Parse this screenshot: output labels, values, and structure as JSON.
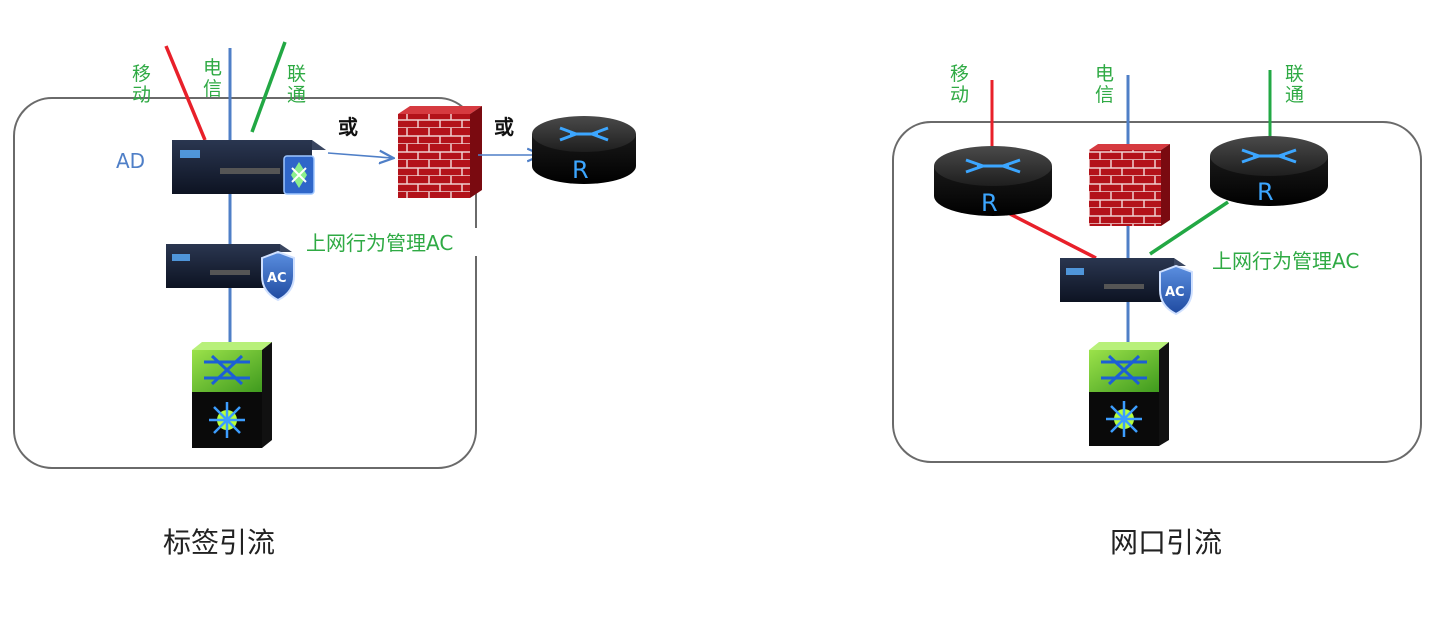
{
  "diagrams": [
    {
      "caption": "标签引流",
      "isp": {
        "mobile": "移动",
        "telecom": "电信",
        "unicom": "联通"
      },
      "ad_label": "AD",
      "or_1": "或",
      "or_2": "或",
      "ac_label": "上网行为管理AC",
      "router_letter": "R",
      "ac_badge": "AC"
    },
    {
      "caption": "网口引流",
      "isp": {
        "mobile": "移动",
        "telecom": "电信",
        "unicom": "联通"
      },
      "ac_label": "上网行为管理AC",
      "router_letter_1": "R",
      "router_letter_2": "R",
      "ac_badge": "AC"
    }
  ],
  "colors": {
    "mobile_line": "#e8202a",
    "telecom_line": "#4f7fc7",
    "unicom_line": "#22a844",
    "isp_text": "#2faa44",
    "ad_text": "#4f7fc7"
  }
}
